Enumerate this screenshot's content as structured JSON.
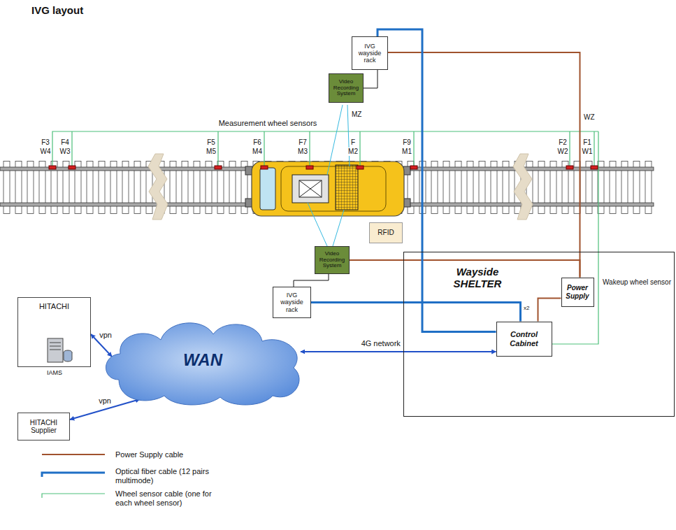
{
  "diagram": {
    "title": "IVG layout",
    "nodes": [
      {
        "text": [
          "IVG wayside rack"
        ]
      },
      {
        "text": [
          "Video Recording System"
        ]
      },
      {
        "text": [
          "RFID"
        ]
      },
      {
        "text": [
          "Video Recording System"
        ]
      },
      {
        "text": [
          "IVG wayside rack"
        ]
      },
      {
        "text": [
          "Wayside SHELTER"
        ]
      },
      {
        "text": [
          "Power Supply"
        ],
        "in": 5
      },
      {
        "text": [
          "Control Cabinet"
        ],
        "in": 5
      },
      {
        "text": [
          "HITACHI"
        ]
      },
      {
        "text": [
          "WAN"
        ]
      },
      {
        "text": [
          "HITACHI Supplier"
        ]
      }
    ],
    "edges": [
      {
        "from": 1,
        "to": 0,
        "arrow": "none"
      },
      {
        "from": 3,
        "to": 4,
        "arrow": "none"
      },
      {
        "from": 6,
        "to": 0,
        "arrow": "none"
      },
      {
        "from": 6,
        "to": 3,
        "arrow": "none"
      },
      {
        "from": 0,
        "to": 7,
        "arrow": "none"
      },
      {
        "from": 4,
        "to": 7,
        "arrow": "none"
      },
      {
        "from": 6,
        "to": 7,
        "arrow": "none"
      },
      {
        "from": 8,
        "to": 9,
        "label": "vpn",
        "arrow": "both"
      },
      {
        "from": 10,
        "to": 9,
        "label": "vpn",
        "arrow": "both"
      },
      {
        "from": 9,
        "to": 7,
        "label": "4G network",
        "arrow": "both"
      }
    ],
    "labels": [
      "Measurement wheel sensors",
      "MZ",
      "WZ",
      "F3",
      "W4",
      "F4",
      "W3",
      "F5",
      "M5",
      "F6",
      "M4",
      "F7",
      "M3",
      "F",
      "M2",
      "F9",
      "M1",
      "F2",
      "W2",
      "F1",
      "W1",
      "IAMS",
      "Wakeup wheel sensor",
      "x2"
    ],
    "legend": [
      {
        "text": "Power Supply cable"
      },
      {
        "text": "Optical fiber cable (12 pairs multimode)"
      },
      {
        "text": "Wheel sensor cable (one for each wheel sensor)"
      }
    ]
  }
}
